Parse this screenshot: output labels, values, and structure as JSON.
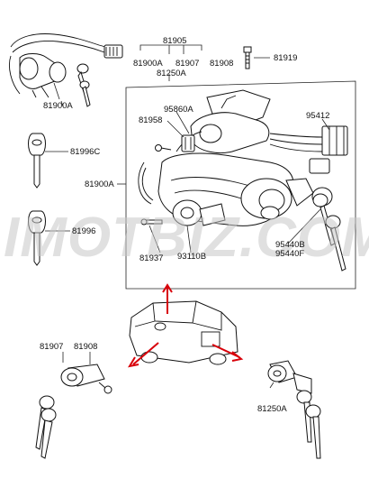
{
  "watermark": "IMOTBIZ.COM",
  "labels": {
    "l81905": "81905",
    "l81900A_top": "81900A",
    "l81907_top": "81907",
    "l81908_top": "81908",
    "l81250A_top": "81250A",
    "l81919": "81919",
    "l81900A_left": "81900A",
    "l81958": "81958",
    "l95860A": "95860A",
    "l95412": "95412",
    "l81996C": "81996C",
    "l81900A_mid": "81900A",
    "l81996": "81996",
    "l81937": "81937",
    "l93110B": "93110B",
    "l95440B": "95440B",
    "l95440F": "95440F",
    "l81907_bottom": "81907",
    "l81908_bottom": "81908",
    "l81250A_bottom": "81250A"
  },
  "colors": {
    "arrow": "#d8000a",
    "line": "#222222",
    "watermark": "#c8c8c8"
  }
}
